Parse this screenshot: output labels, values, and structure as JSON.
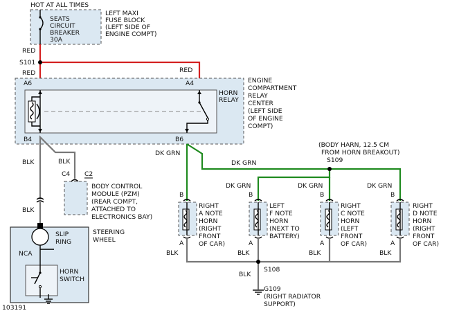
{
  "labels": {
    "hot": "HOT AT ALL TIMES",
    "fuse_lines": [
      "SEATS",
      "CIRCUIT",
      "BREAKER",
      "30A"
    ],
    "fuse_block": [
      "LEFT MAXI",
      "FUSE BLOCK",
      "(LEFT SIDE OF",
      "ENGINE COMPT)"
    ],
    "red": "RED",
    "s101": "S101",
    "a6": "A6",
    "a4": "A4",
    "horn_relay": [
      "HORN",
      "RELAY"
    ],
    "relay_center": [
      "ENGINE",
      "COMPARTMENT",
      "RELAY",
      "CENTER",
      "(LEFT SIDE",
      "OF ENGINE",
      "COMPT)"
    ],
    "b4": "B4",
    "b6": "B6",
    "blk": "BLK",
    "dk_grn": "DK GRN",
    "c4": "C4",
    "c2": "C2",
    "bcm": [
      "BODY CONTROL",
      "MODULE (PZM)",
      "(REAR COMPT,",
      "ATTACHED TO",
      "ELECTRONICS BAY)"
    ],
    "slip_ring": [
      "SLIP",
      "RING"
    ],
    "nca": "NCA",
    "steering_wheel": [
      "STEERING",
      "WHEEL"
    ],
    "horn_switch": [
      "HORN",
      "SWITCH"
    ],
    "fig_id": "103191",
    "body_harn": [
      "(BODY HARN, 12.5 CM",
      "FROM HORN BREAKOUT)"
    ],
    "s109": "S109",
    "s108": "S108",
    "g109": "G109",
    "g109_desc": [
      "(RIGHT RADIATOR",
      "SUPPORT)"
    ],
    "pin_a": "A",
    "pin_b": "B"
  },
  "horns": [
    {
      "lines": [
        "RIGHT",
        "A NOTE",
        "HORN",
        "(RIGHT",
        "FRONT",
        "OF CAR)"
      ]
    },
    {
      "lines": [
        "LEFT",
        "F NOTE",
        "HORN",
        "(NEXT TO",
        "BATTERY)"
      ]
    },
    {
      "lines": [
        "RIGHT",
        "C NOTE",
        "HORN",
        "(LEFT",
        "FRONT",
        "OF CAR)"
      ]
    },
    {
      "lines": [
        "RIGHT",
        "D NOTE",
        "HORN",
        "(RIGHT",
        "FRONT",
        "OF CAR)"
      ]
    }
  ],
  "colors": {
    "red_wire": "#d42020",
    "green_wire": "#1f8a1f",
    "black_wire": "#000000",
    "gray_wire": "#777777",
    "component_fill": "#dbe8f2"
  }
}
